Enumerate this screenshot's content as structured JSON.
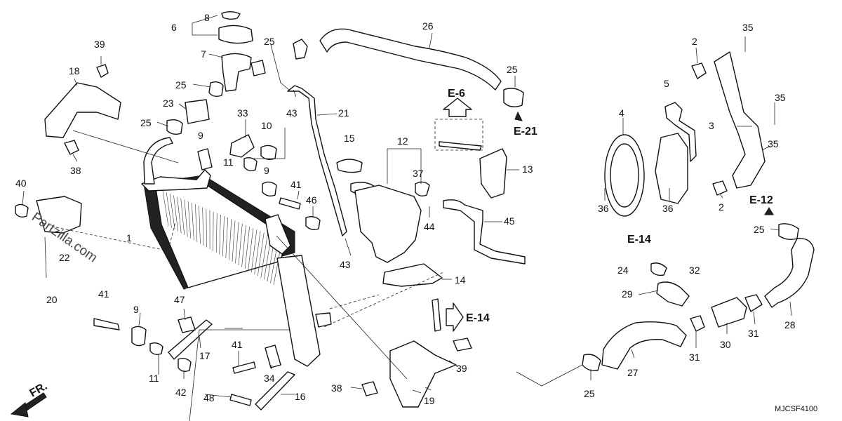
{
  "watermark": "Partzilla.com",
  "diagram_code": "MJCSF4100",
  "front_marker": "FR.",
  "refs": {
    "e6": "E-6",
    "e21": "E-21",
    "e12": "E-12",
    "e14a": "E-14",
    "e14b": "E-14"
  },
  "labels": {
    "n1": "1",
    "n2a": "2",
    "n2b": "2",
    "n3": "3",
    "n4": "4",
    "n5": "5",
    "n6": "6",
    "n7": "7",
    "n8": "8",
    "n9a": "9",
    "n9b": "9",
    "n9c": "9",
    "n10": "10",
    "n11a": "11",
    "n11b": "11",
    "n12": "12",
    "n13": "13",
    "n14": "14",
    "n15": "15",
    "n16": "16",
    "n17": "17",
    "n18": "18",
    "n19": "19",
    "n20": "20",
    "n21": "21",
    "n22": "22",
    "n23": "23",
    "n24": "24",
    "n25a": "25",
    "n25b": "25",
    "n25c": "25",
    "n25d": "25",
    "n25e": "25",
    "n25f": "25",
    "n26": "26",
    "n27": "27",
    "n28": "28",
    "n29": "29",
    "n30": "30",
    "n31a": "31",
    "n31b": "31",
    "n32": "32",
    "n33": "33",
    "n34": "34",
    "n35a": "35",
    "n35b": "35",
    "n35c": "35",
    "n36a": "36",
    "n36b": "36",
    "n37": "37",
    "n38a": "38",
    "n38b": "38",
    "n39a": "39",
    "n39b": "39",
    "n40": "40",
    "n41a": "41",
    "n41b": "41",
    "n41c": "41",
    "n42": "42",
    "n43a": "43",
    "n43b": "43",
    "n44": "44",
    "n45": "45",
    "n46": "46",
    "n47": "47",
    "n48": "48"
  }
}
